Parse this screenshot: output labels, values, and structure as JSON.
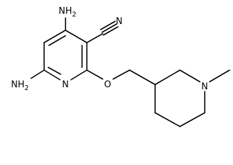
{
  "molecule": {
    "atoms": {
      "amino_top": "NH2",
      "amino_left": "NH2",
      "nitrile_n": "N",
      "ring_n": "N",
      "ether_o": "O",
      "piperidine_n": "N"
    }
  }
}
